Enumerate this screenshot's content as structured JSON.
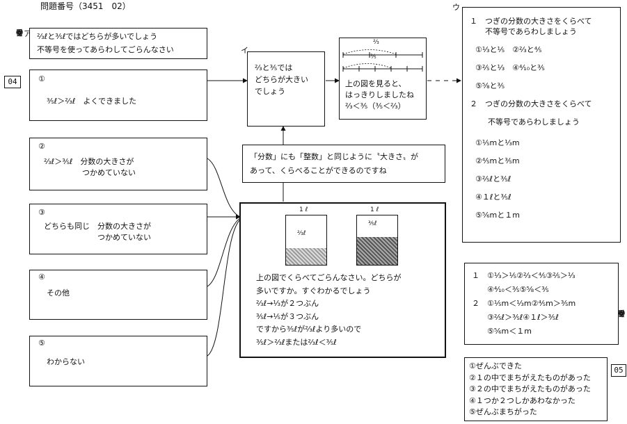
{
  "header": {
    "problem_number": "問題番号（3451　02）"
  },
  "labels": {
    "a": "ア",
    "i": "イ",
    "u": "ウ"
  },
  "mark_left": {
    "title": [
      "マ",
      "ー",
      "ク",
      "番",
      "号"
    ],
    "number": "04"
  },
  "mark_right": {
    "title": [
      "マ",
      "ー",
      "ク",
      "番",
      "号"
    ],
    "number": "05"
  },
  "question_a": {
    "line1": "⅔ℓと⅗ℓではどちらが多いでしょう",
    "line2": "不等号を使ってあらわしてごらんなさい"
  },
  "answers": [
    {
      "num": "①",
      "text": "⅗ℓ＞⅔ℓ　よくできました"
    },
    {
      "num": "②",
      "text": "⅔ℓ＞⅗ℓ　分数の大きさが\n　　　　　つかめていない"
    },
    {
      "num": "③",
      "text": "どちらも同じ　分数の大きさが\n　　　　　　　つかめていない"
    },
    {
      "num": "④",
      "text": "その他"
    },
    {
      "num": "⑤",
      "text": "わからない"
    }
  ],
  "explain_box": {
    "cylinders": [
      {
        "top": "1 ℓ",
        "frac": "⅔ℓ"
      },
      {
        "top": "1 ℓ",
        "frac": "⅗ℓ"
      }
    ],
    "lines": [
      "上の図でくらべてごらんなさい。どちらが",
      "多いですか。すぐわかるでしょう",
      "⅔ℓ→⅓が２つぶん",
      "⅗ℓ→⅕が３つぶん",
      "ですから⅗ℓが⅔ℓより多いので",
      "⅗ℓ＞⅔ℓまたは⅔ℓ＜⅗ℓ"
    ]
  },
  "bunsu_box": {
    "line1": "「分数」にも「整数」と同じように〝大きさ〟が",
    "line2": "あって、くらべることができるのですね"
  },
  "question_i": {
    "text": "⅔と⅗では\nどちらが大きい\nでしょう"
  },
  "numberline_box": {
    "top_frac": "⅔",
    "mid_frac": "⅗",
    "text": "上の図を見ると、\nはっきりしましたね\n⅔＜⅗（⅗＜⅔）"
  },
  "exercise_u": {
    "q1_title": "１　つぎの分数の大きさをくらべて\n　　不等号であらわしましょう",
    "q1_items": [
      "①⅓と⅕　②⅔と⅘",
      "③⅖と⅓　④⁴⁄₁₀と⅗",
      "⑤⅝と⅗"
    ],
    "q2_title": "２　つぎの分数の大きさをくらべて",
    "q2_title2": "不等号であらわしましょう",
    "q2_items": [
      "①⅕mと⅓m",
      "②⅘mと⅗m",
      "③⅖ℓと⅗ℓ",
      "④１ℓと⅗ℓ",
      "⑤⅚mと１m"
    ]
  },
  "answer_key": {
    "lines": [
      "１　①⅓＞⅕②⅔＜⅘③⅖＞⅓",
      "　　④⁴⁄₁₀＜⅗⑤⅝＜⅗",
      "２　①⅕m＜⅓m②⅘m＞⅗m",
      "　　③⅖ℓ＞⅗ℓ④１ℓ＞⅗ℓ",
      "　　⑤⅚m＜１m"
    ]
  },
  "result_box": {
    "lines": [
      "①ぜんぶできた",
      "②１の中でまちがえたものがあった",
      "③２の中でまちがえたものがあった",
      "④１つか２つしかあわなかった",
      "⑤ぜんぶまちがった"
    ]
  }
}
